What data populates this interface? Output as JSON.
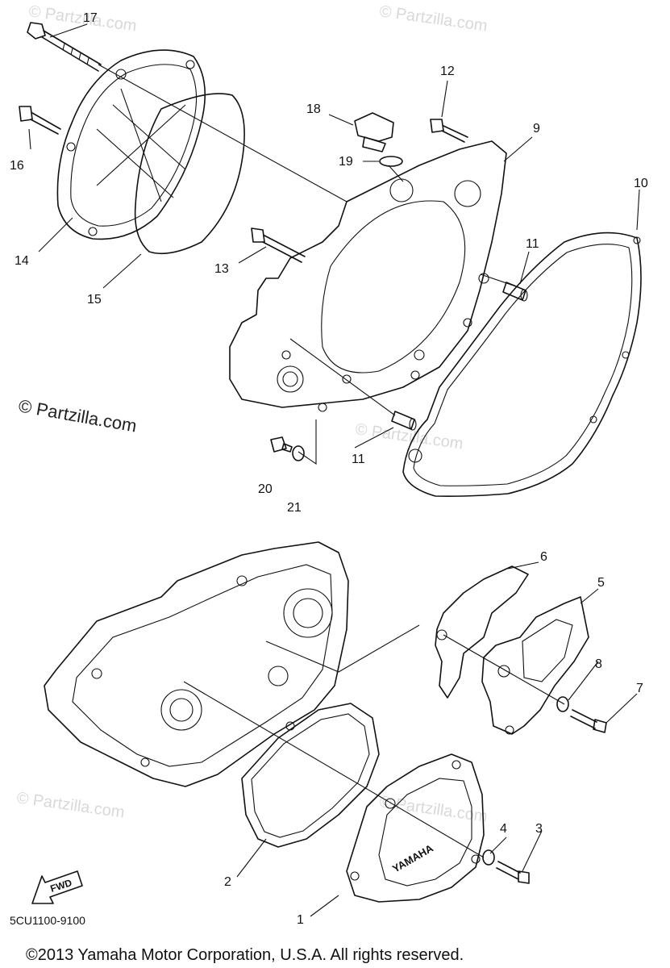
{
  "callouts": {
    "c1": "1",
    "c2": "2",
    "c3": "3",
    "c4": "4",
    "c5": "5",
    "c6": "6",
    "c7": "7",
    "c8": "8",
    "c9": "9",
    "c10": "10",
    "c11a": "11",
    "c11b": "11",
    "c12": "12",
    "c13": "13",
    "c14": "14",
    "c15": "15",
    "c16": "16",
    "c17": "17",
    "c18": "18",
    "c19": "19",
    "c20": "20",
    "c21": "21"
  },
  "watermarks": {
    "main": "© Partzilla.com",
    "light": "© Partzilla.com"
  },
  "cover_brand": "YAMAHA",
  "fwd_label": "FWD",
  "diagram_code": "5CU1100-9100",
  "copyright": "©2013 Yamaha Motor Corporation, U.S.A. All rights reserved."
}
